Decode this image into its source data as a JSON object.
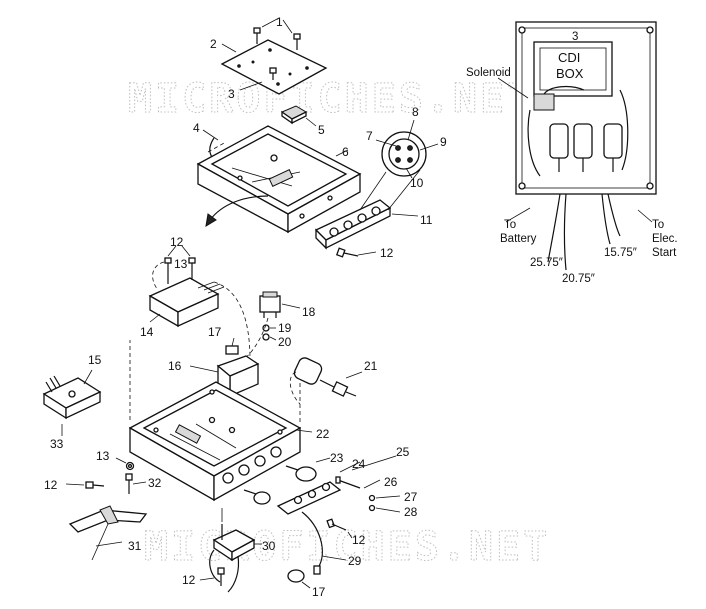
{
  "watermark": {
    "text_top": "MICROFICHES.NET",
    "text_bottom": "MICROFICHES.NET"
  },
  "callouts": [
    {
      "id": "c1",
      "text": "1"
    },
    {
      "id": "c2",
      "text": "2"
    },
    {
      "id": "c3",
      "text": "3"
    },
    {
      "id": "c4",
      "text": "4"
    },
    {
      "id": "c5",
      "text": "5"
    },
    {
      "id": "c6",
      "text": "6"
    },
    {
      "id": "c7",
      "text": "7"
    },
    {
      "id": "c8",
      "text": "8"
    },
    {
      "id": "c9",
      "text": "9"
    },
    {
      "id": "c10",
      "text": "10"
    },
    {
      "id": "c11",
      "text": "11"
    },
    {
      "id": "c12a",
      "text": "12"
    },
    {
      "id": "c12b",
      "text": "12"
    },
    {
      "id": "c13a",
      "text": "13"
    },
    {
      "id": "c14",
      "text": "14"
    },
    {
      "id": "c15",
      "text": "15"
    },
    {
      "id": "c16",
      "text": "16"
    },
    {
      "id": "c17a",
      "text": "17"
    },
    {
      "id": "c18",
      "text": "18"
    },
    {
      "id": "c19",
      "text": "19"
    },
    {
      "id": "c20",
      "text": "20"
    },
    {
      "id": "c21",
      "text": "21"
    },
    {
      "id": "c22",
      "text": "22"
    },
    {
      "id": "c23",
      "text": "23"
    },
    {
      "id": "c24",
      "text": "24"
    },
    {
      "id": "c25",
      "text": "25"
    },
    {
      "id": "c26",
      "text": "26"
    },
    {
      "id": "c27",
      "text": "27"
    },
    {
      "id": "c28",
      "text": "28"
    },
    {
      "id": "c33",
      "text": "33"
    },
    {
      "id": "c13b",
      "text": "13"
    },
    {
      "id": "c12c",
      "text": "12"
    },
    {
      "id": "c32",
      "text": "32"
    },
    {
      "id": "c12d",
      "text": "12"
    },
    {
      "id": "c31",
      "text": "31"
    },
    {
      "id": "c30",
      "text": "30"
    },
    {
      "id": "c29",
      "text": "29"
    },
    {
      "id": "c12e",
      "text": "12"
    },
    {
      "id": "c17b",
      "text": "17"
    }
  ],
  "inset": {
    "box_line1": "CDI",
    "box_line2": "BOX",
    "box_number": "3",
    "solenoid": "Solenoid",
    "to_battery_1": "To",
    "to_battery_2": "Battery",
    "to_elec_1": "To",
    "to_elec_2": "Elec.",
    "to_elec_3": "Start",
    "len_a": "25.75″",
    "len_b": "20.75″",
    "len_c": "15.75″"
  }
}
